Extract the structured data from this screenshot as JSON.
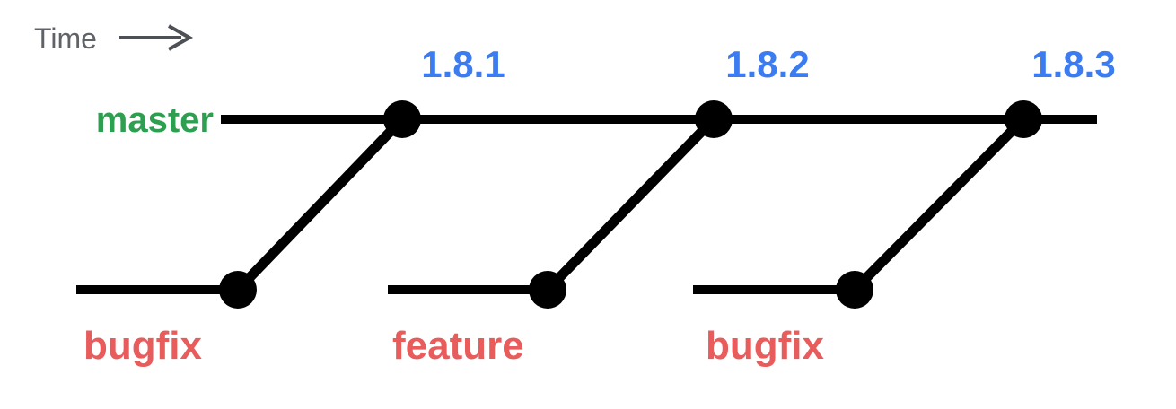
{
  "colors": {
    "line": "#000000",
    "time_text": "#5f6368",
    "time_arrow": "#4d5156",
    "master_label": "#2e9e50",
    "version_label": "#3b7cf0",
    "branch_label": "#e85c5c"
  },
  "header": {
    "time_label": "Time"
  },
  "graph": {
    "master_branch": {
      "label": "master"
    },
    "releases": [
      {
        "version": "1.8.1"
      },
      {
        "version": "1.8.2"
      },
      {
        "version": "1.8.3"
      }
    ],
    "feature_branches": [
      {
        "label": "bugfix"
      },
      {
        "label": "feature"
      },
      {
        "label": "bugfix"
      }
    ]
  }
}
